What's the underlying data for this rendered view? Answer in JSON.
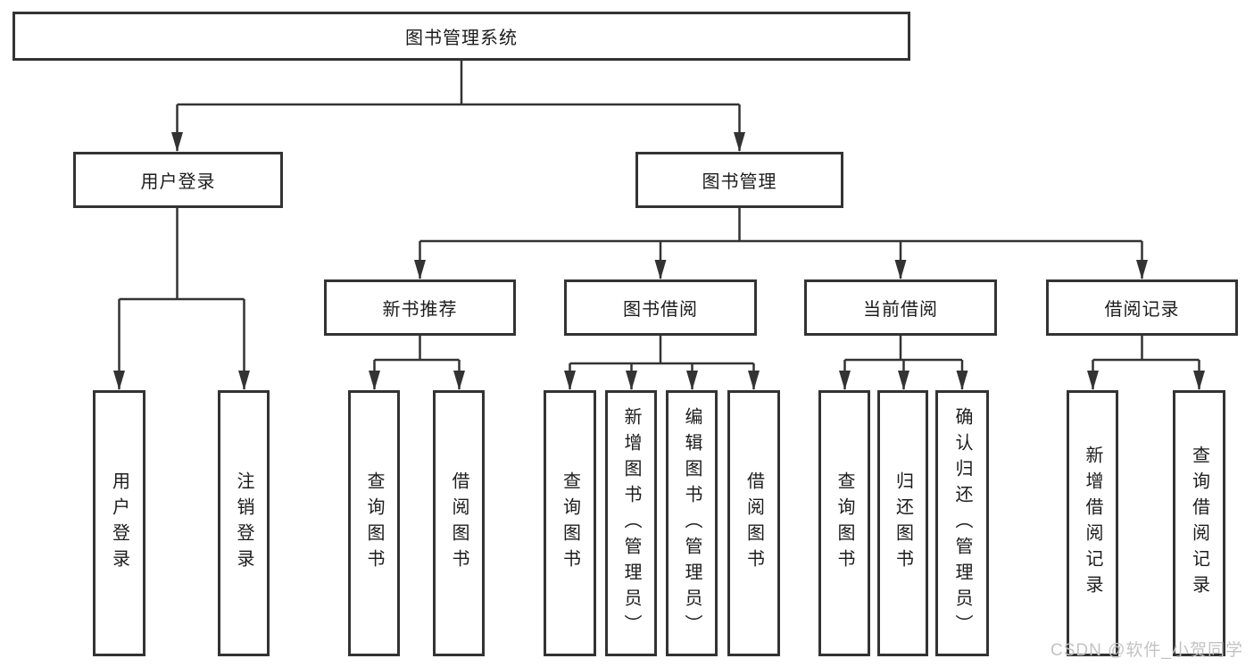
{
  "diagram": {
    "root": {
      "label": "图书管理系统",
      "children": [
        {
          "label": "用户登录",
          "children": [
            {
              "label": "用户登录"
            },
            {
              "label": "注销登录"
            }
          ]
        },
        {
          "label": "图书管理",
          "children": [
            {
              "label": "新书推荐",
              "children": [
                {
                  "label": "查询图书"
                },
                {
                  "label": "借阅图书"
                }
              ]
            },
            {
              "label": "图书借阅",
              "children": [
                {
                  "label": "查询图书"
                },
                {
                  "label": "新增图书（管理员）"
                },
                {
                  "label": "编辑图书（管理员）"
                },
                {
                  "label": "借阅图书"
                }
              ]
            },
            {
              "label": "当前借阅",
              "children": [
                {
                  "label": "查询图书"
                },
                {
                  "label": "归还图书"
                },
                {
                  "label": "确认归还（管理员）"
                }
              ]
            },
            {
              "label": "借阅记录",
              "children": [
                {
                  "label": "新增借阅记录"
                },
                {
                  "label": "查询借阅记录"
                }
              ]
            }
          ]
        }
      ]
    }
  },
  "watermark": {
    "text": "CSDN @软件_小贺同学"
  },
  "colors": {
    "line": "#333333",
    "box_border": "#333333",
    "background": "#ffffff",
    "text": "#1c1c1c",
    "watermark": "#c3c3c3"
  }
}
